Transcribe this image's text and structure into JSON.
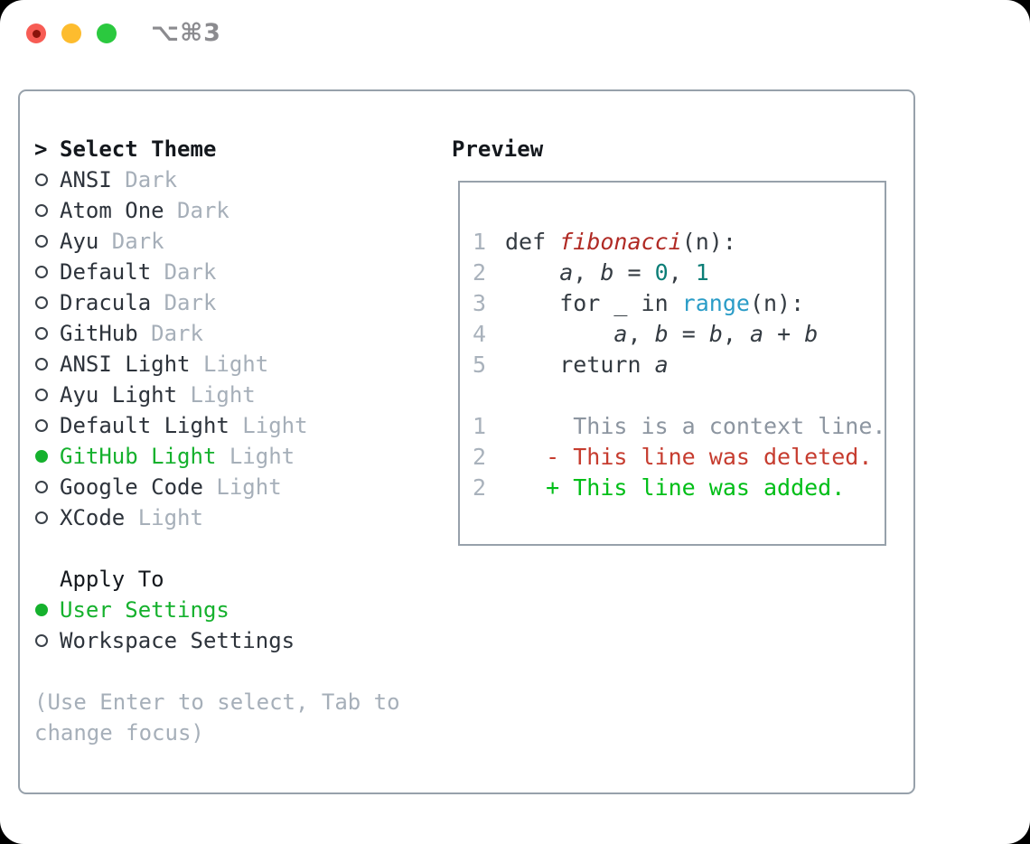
{
  "window": {
    "title": "⌥⌘3"
  },
  "titlebar": {
    "buttons": [
      {
        "name": "close",
        "color": "#f75c54"
      },
      {
        "name": "minimize",
        "color": "#fdbc2e"
      },
      {
        "name": "zoom",
        "color": "#2bc93f"
      }
    ]
  },
  "theme_picker": {
    "prompt": ">",
    "header": "Select Theme",
    "themes": [
      {
        "name": "ANSI",
        "variant": "Dark",
        "selected": false
      },
      {
        "name": "Atom One",
        "variant": "Dark",
        "selected": false
      },
      {
        "name": "Ayu",
        "variant": "Dark",
        "selected": false
      },
      {
        "name": "Default",
        "variant": "Dark",
        "selected": false
      },
      {
        "name": "Dracula",
        "variant": "Dark",
        "selected": false
      },
      {
        "name": "GitHub",
        "variant": "Dark",
        "selected": false
      },
      {
        "name": "ANSI Light",
        "variant": "Light",
        "selected": false
      },
      {
        "name": "Ayu Light",
        "variant": "Light",
        "selected": false
      },
      {
        "name": "Default Light",
        "variant": "Light",
        "selected": false
      },
      {
        "name": "GitHub Light",
        "variant": "Light",
        "selected": true
      },
      {
        "name": "Google Code",
        "variant": "Light",
        "selected": false
      },
      {
        "name": "XCode",
        "variant": "Light",
        "selected": false
      }
    ],
    "apply_to": {
      "header": "Apply To",
      "options": [
        {
          "name": "User Settings",
          "selected": true
        },
        {
          "name": "Workspace Settings",
          "selected": false
        }
      ]
    },
    "hint_lines": [
      "(Use Enter to select, Tab to",
      "change focus)"
    ]
  },
  "preview": {
    "header": "Preview",
    "code_lines": [
      {
        "num": "1",
        "tokens": [
          {
            "t": "def ",
            "c": "plain"
          },
          {
            "t": "fibonacci",
            "c": "fn"
          },
          {
            "t": "(n):",
            "c": "plain"
          }
        ]
      },
      {
        "num": "2",
        "tokens": [
          {
            "t": "    ",
            "c": "plain"
          },
          {
            "t": "a",
            "c": "var"
          },
          {
            "t": ", ",
            "c": "plain"
          },
          {
            "t": "b",
            "c": "var"
          },
          {
            "t": " = ",
            "c": "plain"
          },
          {
            "t": "0",
            "c": "num"
          },
          {
            "t": ", ",
            "c": "plain"
          },
          {
            "t": "1",
            "c": "num"
          }
        ]
      },
      {
        "num": "3",
        "tokens": [
          {
            "t": "    for _ in ",
            "c": "plain"
          },
          {
            "t": "range",
            "c": "builtin"
          },
          {
            "t": "(n):",
            "c": "plain"
          }
        ]
      },
      {
        "num": "4",
        "tokens": [
          {
            "t": "        ",
            "c": "plain"
          },
          {
            "t": "a",
            "c": "var"
          },
          {
            "t": ", ",
            "c": "plain"
          },
          {
            "t": "b",
            "c": "var"
          },
          {
            "t": " = ",
            "c": "plain"
          },
          {
            "t": "b",
            "c": "var"
          },
          {
            "t": ", ",
            "c": "plain"
          },
          {
            "t": "a",
            "c": "var"
          },
          {
            "t": " + ",
            "c": "plain"
          },
          {
            "t": "b",
            "c": "var"
          }
        ]
      },
      {
        "num": "5",
        "tokens": [
          {
            "t": "    return ",
            "c": "plain"
          },
          {
            "t": "a",
            "c": "var"
          }
        ]
      }
    ],
    "diff_lines": [
      {
        "num": "1",
        "text": "     This is a context line.",
        "type": "context"
      },
      {
        "num": "2",
        "text": "   - This line was deleted.",
        "type": "deleted"
      },
      {
        "num": "2",
        "text": "   + This line was added.",
        "type": "added"
      }
    ]
  },
  "colors": {
    "selection_green": "#15b12d",
    "added_green": "#00be17",
    "deleted_red": "#c63c2f",
    "function_red": "#b02a24",
    "number_teal": "#0c7e77",
    "builtin_blue": "#2a9cc7",
    "muted_gray": "#a6afb9",
    "context_gray": "#8c95a0",
    "text_dark": "#2d333b",
    "panel_border": "#97a1ab",
    "traffic_red": "#f75c54",
    "traffic_yellow": "#fdbc2e",
    "traffic_green": "#2bc93f"
  }
}
